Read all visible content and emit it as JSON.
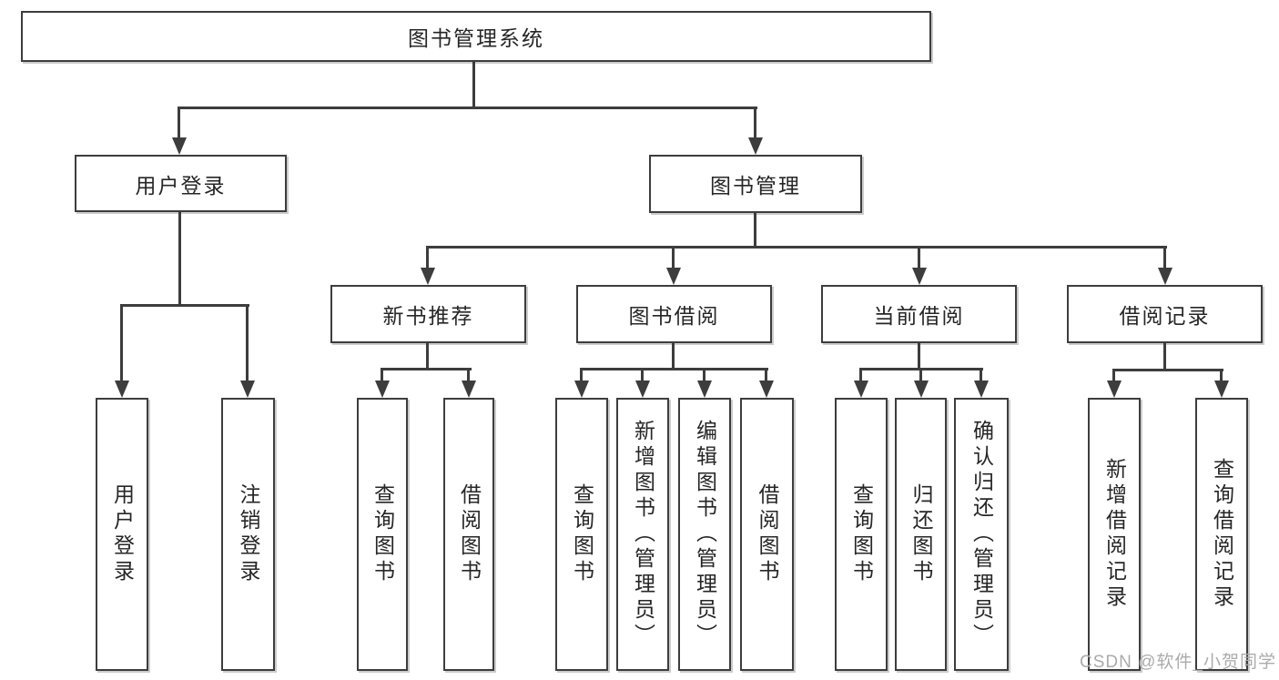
{
  "diagram": {
    "title": "图书管理系统",
    "root": "图书管理系统",
    "level2": {
      "user_login": "用户登录",
      "book_mgmt": "图书管理"
    },
    "level3": {
      "new_books": "新书推荐",
      "book_borrow": "图书借阅",
      "current_borrow": "当前借阅",
      "borrow_records": "借阅记录"
    },
    "leaves": {
      "ul_login": "用户登录",
      "ul_logout": "注销登录",
      "nb_query": "查询图书",
      "nb_borrow": "借阅图书",
      "bb_query": "查询图书",
      "bb_add": "新增图书（管理员）",
      "bb_edit": "编辑图书（管理员）",
      "bb_borrow": "借阅图书",
      "cb_query": "查询图书",
      "cb_return": "归还图书",
      "cb_confirm": "确认归还（管理员）",
      "br_add": "新增借阅记录",
      "br_query": "查询借阅记录"
    }
  },
  "watermark": "CSDN @软件_小贺同学",
  "colors": {
    "line": "#3d3d3d",
    "text": "#262626",
    "watermark": "#ababab",
    "background": "#ffffff"
  }
}
